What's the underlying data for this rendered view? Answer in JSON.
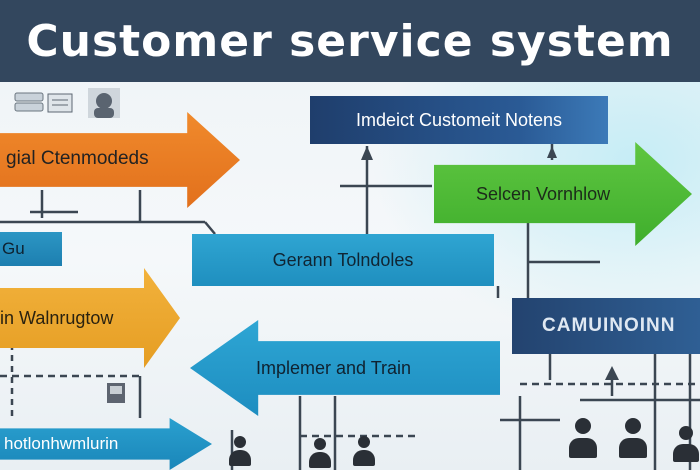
{
  "title": "Customer service system",
  "nodes": {
    "identify": "Imdeict Customeit Notens",
    "orange": "gial Ctenmodeds",
    "green": "Selcen Vornhlow",
    "blue_mid": "Gerann Tolndoles",
    "tab_left": "Gu",
    "yellow": "in Walnrugtow",
    "implement": "Implemer and Train",
    "dark_right": "CAMUINOINN",
    "bottom": "hotlonhwmlurin"
  },
  "colors": {
    "title_bg": "#33475e",
    "orange": "#e97d24",
    "green": "#4cba35",
    "navy": "#254b80",
    "blue": "#2599c9",
    "yellow": "#eca82f",
    "line": "#3b4652"
  },
  "icons": [
    "server-rack-icon",
    "document-stack-icon",
    "headset-support-icon",
    "people-group-icon",
    "printer-icon"
  ]
}
